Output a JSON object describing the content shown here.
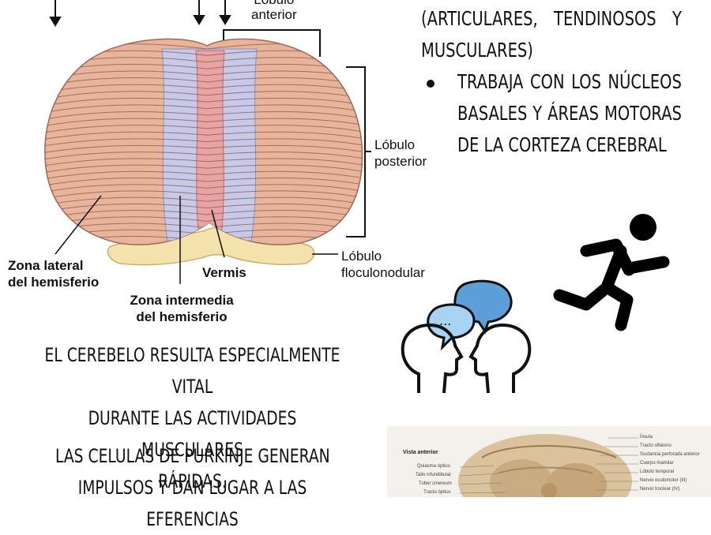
{
  "diagram": {
    "labels": {
      "anterior_line1": "Lóbulo",
      "anterior_line2": "anterior",
      "posterior_line1": "Lóbulo",
      "posterior_line2": "posterior",
      "floculo_line1": "Lóbulo",
      "floculo_line2": "floculonodular",
      "lateral_line1": "Zona lateral",
      "lateral_line2": "del hemisferio",
      "vermis": "Vermis",
      "intermedia_line1": "Zona intermedia",
      "intermedia_line2": "del hemisferio"
    }
  },
  "right": {
    "intro_line1": "(ARTICULARES, TENDINOSOS Y",
    "intro_line2": "MUSCULARES)",
    "bullet": "TRABAJA CON LOS NÚCLEOS BASALES Y ÁREAS MOTORAS DE LA CORTEZA CEREBRAL"
  },
  "bottom": {
    "para1_line1": "EL CEREBELO RESULTA ESPECIALMENTE VITAL",
    "para1_line2": "DURANTE LAS ACTIVIDADES MUSCULARES",
    "para1_line3": "RÁPIDAS.",
    "para2_line1": "LAS CELULAS DE PURKINJE GENERAN",
    "para2_line2": "IMPULSOS Y DAN LUGAR A LAS EFERENCIAS"
  },
  "icons": {
    "runner": "running-person-icon",
    "conversation": "two-heads-talking-icon",
    "dots": "..."
  },
  "thumbnail": {
    "title": "Vista anterior",
    "left_labels": [
      "Quiasma óptico",
      "Tallo infundibular",
      "Tuber cinereum",
      "Tracto óptico"
    ],
    "right_labels": [
      "Ínsula",
      "Tracto olfatorio",
      "Sustancia perforada anterior",
      "Cuerpo mamilar",
      "Lóbulo temporal",
      "Nervio oculomotor (III)",
      "Nervio troclear (IV)"
    ]
  },
  "colors": {
    "cerebellum": "#e8b49c",
    "intermediate": "#c7c9ea",
    "vermis": "#e9a3a3",
    "flocculonodular": "#f4e2ad",
    "text": "#111111"
  }
}
